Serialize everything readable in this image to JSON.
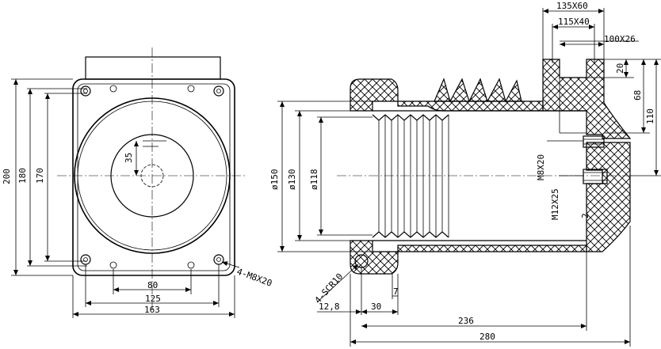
{
  "front_view": {
    "dim_width_outer": "163",
    "dim_width_mid": "125",
    "dim_width_inner": "80",
    "dim_height_outer": "200",
    "dim_height_mid": "180",
    "dim_height_inner": "170",
    "dim_offset": "35",
    "hole_callout": "4-M8X20"
  },
  "section_view": {
    "dim_top_1": "135X60",
    "dim_top_2": "115X40",
    "dim_top_3": "100X26",
    "dim_right_20": "20",
    "dim_right_68": "68",
    "dim_right_110": "110",
    "dim_dia_150": "ø150",
    "dim_dia_130": "ø130",
    "dim_dia_118": "ø118",
    "dim_thread_m8": "M8X20",
    "dim_thread_m12": "M12X25",
    "dim_small_2": "2",
    "dim_bottom_7": "7",
    "dim_bottom_12_8": "12,8",
    "dim_bottom_30": "30",
    "dim_bottom_236": "236",
    "dim_bottom_280": "280",
    "screw_callout": "4-SCR10"
  }
}
